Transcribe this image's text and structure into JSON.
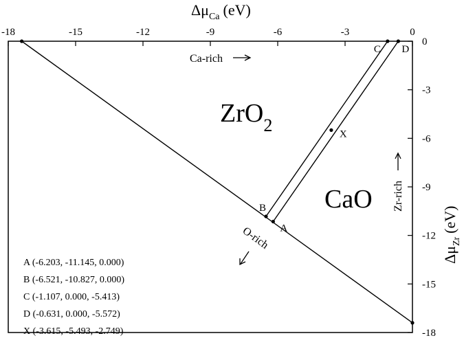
{
  "chart_data": {
    "type": "scatter",
    "xaxis": {
      "title_main": "Δμ",
      "title_sub": "Ca",
      "title_unit": "(eV)",
      "range": [
        -18,
        0
      ],
      "ticks": [
        -18,
        -15,
        -12,
        -9,
        -6,
        -3,
        0
      ],
      "position": "top"
    },
    "yaxis": {
      "title_main": "Δμ",
      "title_sub": "Zr",
      "title_unit": "(eV)",
      "range": [
        -18,
        0
      ],
      "ticks": [
        0,
        -3,
        -6,
        -9,
        -12,
        -15,
        -18
      ],
      "position": "right"
    },
    "points": [
      {
        "label": "A",
        "x": -6.203,
        "y": -11.145
      },
      {
        "label": "B",
        "x": -6.521,
        "y": -10.827
      },
      {
        "label": "C",
        "x": -1.107,
        "y": 0.0
      },
      {
        "label": "D",
        "x": -0.631,
        "y": 0.0
      },
      {
        "label": "X",
        "x": -3.615,
        "y": -5.493
      }
    ],
    "boundary_line": {
      "start": [
        -17.4,
        0
      ],
      "end": [
        0,
        -17.4
      ]
    },
    "stripe": {
      "upper": [
        "B",
        "C"
      ],
      "lower": [
        "A",
        "D"
      ]
    },
    "regions": [
      {
        "name_main": "ZrO",
        "name_sub": "2"
      },
      {
        "name_main": "CaO",
        "name_sub": ""
      }
    ],
    "arrows": [
      {
        "text": "Ca-rich",
        "direction": "right"
      },
      {
        "text": "Zr-rich",
        "direction": "up"
      },
      {
        "text": "O-rich",
        "direction": "down-left"
      }
    ],
    "legend": [
      "A (-6.203, -11.145, 0.000)",
      "B (-6.521, -10.827, 0.000)",
      "C (-1.107, 0.000, -5.413)",
      "D (-0.631, 0.000, -5.572)",
      "X (-3.615, -5.493, -2.749)"
    ],
    "grid": false
  }
}
